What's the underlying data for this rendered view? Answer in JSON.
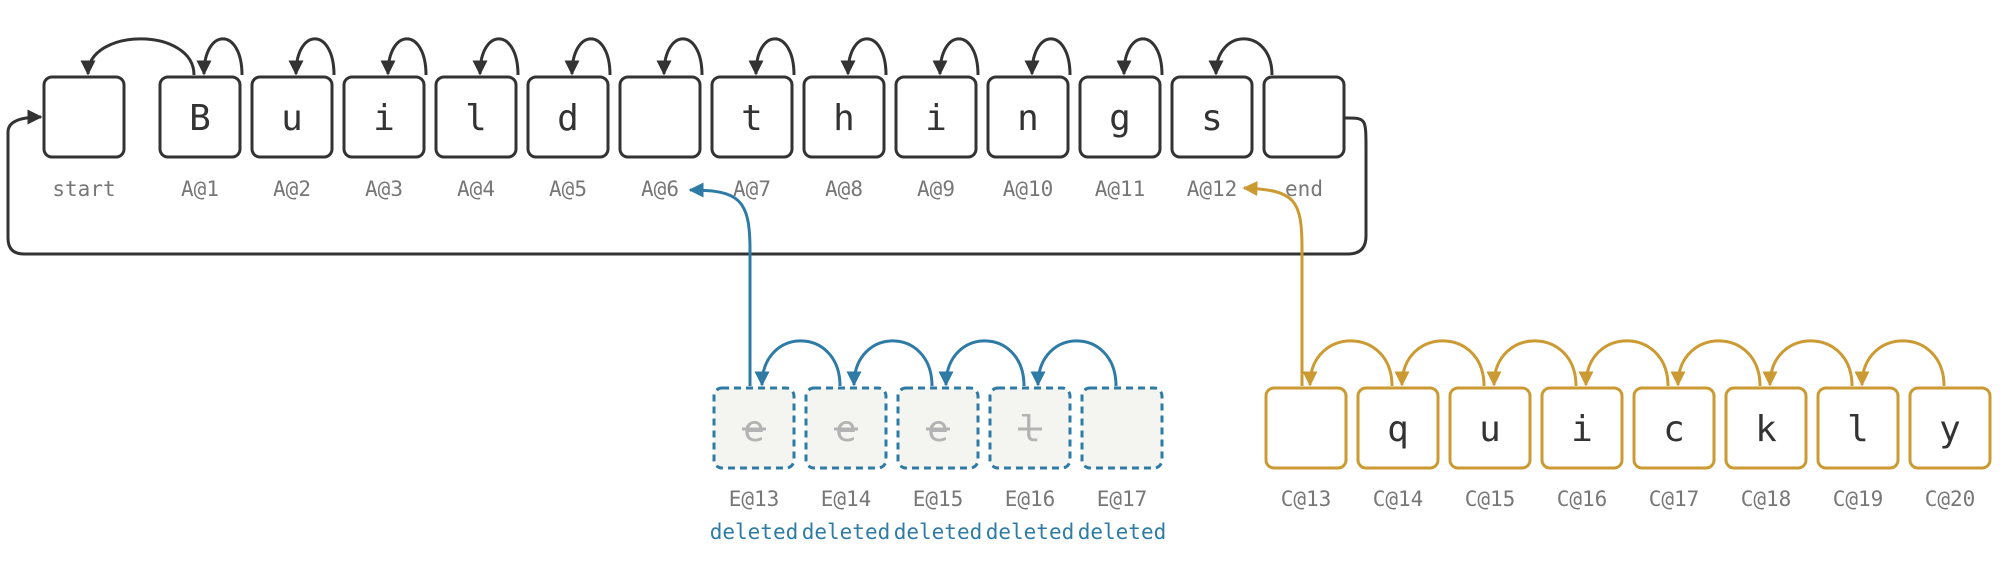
{
  "colors": {
    "main": "#333333",
    "deleted": "#2e7ba6",
    "inserted": "#cc9a32",
    "label": "#777777",
    "deleted_fill": "#f4f4f1",
    "deleted_text": "#b3b3b3"
  },
  "main_sequence": [
    {
      "char": "",
      "label": "start"
    },
    {
      "char": "B",
      "label": "A@1"
    },
    {
      "char": "u",
      "label": "A@2"
    },
    {
      "char": "i",
      "label": "A@3"
    },
    {
      "char": "l",
      "label": "A@4"
    },
    {
      "char": "d",
      "label": "A@5"
    },
    {
      "char": "",
      "label": "A@6"
    },
    {
      "char": "t",
      "label": "A@7"
    },
    {
      "char": "h",
      "label": "A@8"
    },
    {
      "char": "i",
      "label": "A@9"
    },
    {
      "char": "n",
      "label": "A@10"
    },
    {
      "char": "g",
      "label": "A@11"
    },
    {
      "char": "s",
      "label": "A@12"
    },
    {
      "char": "",
      "label": "end"
    }
  ],
  "deleted_sequence": {
    "status_text": "deleted",
    "attaches_to": "A@6",
    "items": [
      {
        "char": "e",
        "label": "E@13"
      },
      {
        "char": "e",
        "label": "E@14"
      },
      {
        "char": "e",
        "label": "E@15"
      },
      {
        "char": "l",
        "label": "E@16"
      },
      {
        "char": "",
        "label": "E@17"
      }
    ]
  },
  "inserted_sequence": {
    "attaches_to": "A@12",
    "items": [
      {
        "char": "",
        "label": "C@13"
      },
      {
        "char": "q",
        "label": "C@14"
      },
      {
        "char": "u",
        "label": "C@15"
      },
      {
        "char": "i",
        "label": "C@16"
      },
      {
        "char": "c",
        "label": "C@17"
      },
      {
        "char": "k",
        "label": "C@18"
      },
      {
        "char": "l",
        "label": "C@19"
      },
      {
        "char": "y",
        "label": "C@20"
      }
    ]
  }
}
